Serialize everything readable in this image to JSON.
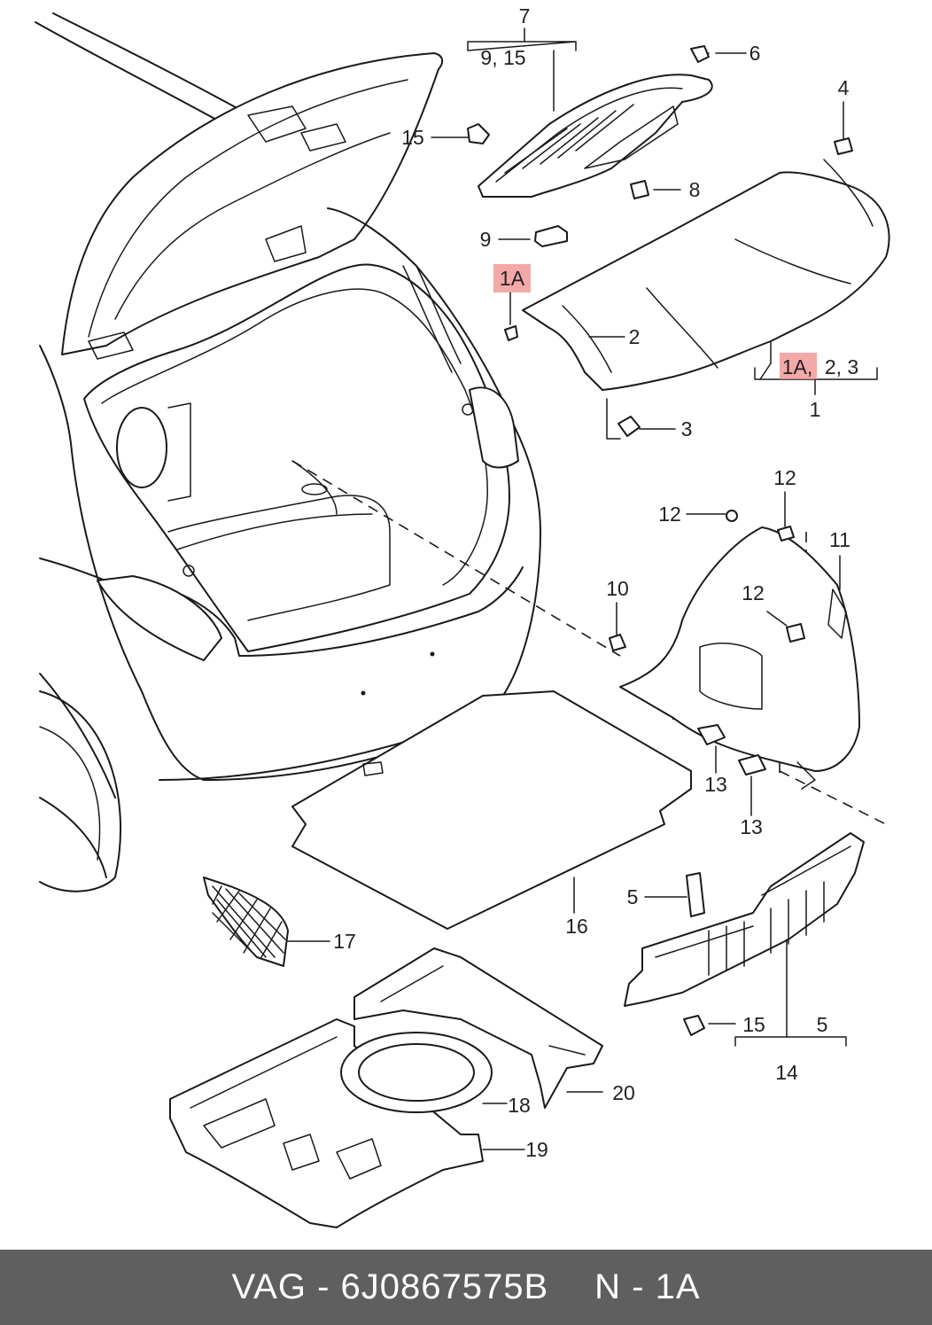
{
  "labels": {
    "l1": "1",
    "l1A_top": "1A",
    "l1A_group": "1A,",
    "l1_group_rest": "2, 3",
    "l2": "2",
    "l3": "3",
    "l4": "4",
    "l5a": "5",
    "l5b": "5",
    "l6": "6",
    "l7": "7",
    "l7_sub": "9, 15",
    "l8": "8",
    "l9": "9",
    "l10": "10",
    "l11": "11",
    "l12a": "12",
    "l12b": "12",
    "l12c": "12",
    "l13a": "13",
    "l13b": "13",
    "l14": "14",
    "l15a": "15",
    "l15b": "15",
    "l16": "16",
    "l17": "17",
    "l18": "18",
    "l19": "19",
    "l20": "20"
  },
  "colors": {
    "highlight": "#f28b8b",
    "footer_bg": "#5f5f5f",
    "footer_text": "#ffffff",
    "line": "#1a1a1a"
  },
  "footer": {
    "part_code": "VAG - 6J0867575B",
    "position": "N - 1A"
  }
}
